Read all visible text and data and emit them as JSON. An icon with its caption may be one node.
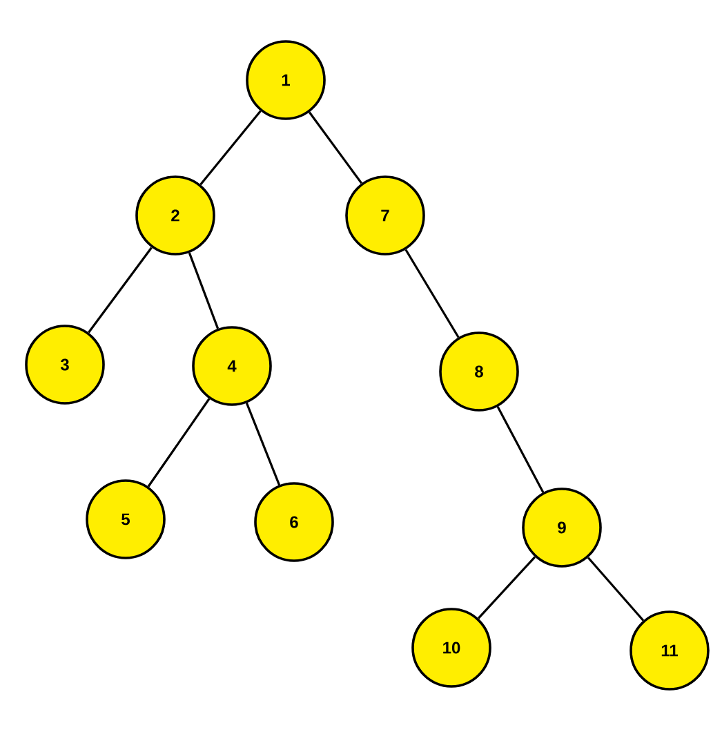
{
  "diagram": {
    "nodes": [
      {
        "text": [
          "1"
        ]
      },
      {
        "text": [
          "2"
        ]
      },
      {
        "text": [
          "3"
        ]
      },
      {
        "text": [
          "4"
        ]
      },
      {
        "text": [
          "5"
        ]
      },
      {
        "text": [
          "6"
        ]
      },
      {
        "text": [
          "7"
        ]
      },
      {
        "text": [
          "8"
        ]
      },
      {
        "text": [
          "9"
        ]
      },
      {
        "text": [
          "10"
        ]
      },
      {
        "text": [
          "11"
        ]
      }
    ],
    "edges": [
      {
        "from": 0,
        "to": 1,
        "arrow": "none"
      },
      {
        "from": 0,
        "to": 6,
        "arrow": "none"
      },
      {
        "from": 1,
        "to": 2,
        "arrow": "none"
      },
      {
        "from": 1,
        "to": 3,
        "arrow": "none"
      },
      {
        "from": 3,
        "to": 4,
        "arrow": "none"
      },
      {
        "from": 3,
        "to": 5,
        "arrow": "none"
      },
      {
        "from": 6,
        "to": 7,
        "arrow": "none"
      },
      {
        "from": 7,
        "to": 8,
        "arrow": "none"
      },
      {
        "from": 8,
        "to": 9,
        "arrow": "none"
      },
      {
        "from": 8,
        "to": 10,
        "arrow": "none"
      }
    ]
  }
}
